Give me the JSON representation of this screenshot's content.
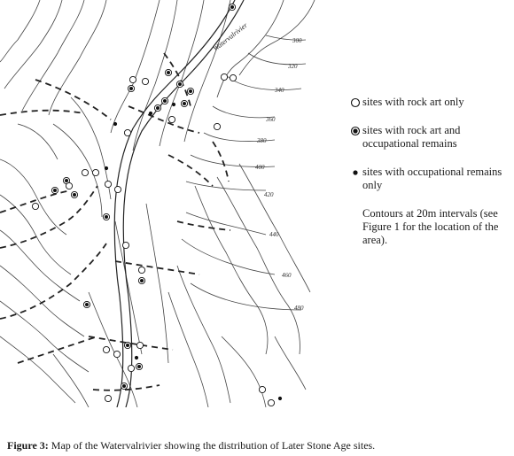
{
  "map": {
    "river_label": "Watervalrivier",
    "contours": [
      "300",
      "320",
      "340",
      "360",
      "380",
      "400",
      "420",
      "440",
      "460",
      "480"
    ]
  },
  "legend": {
    "items": [
      {
        "symbol": "open-circle",
        "label": "sites with rock art only"
      },
      {
        "symbol": "ringed-dot",
        "label": "sites with rock art and occupational remains"
      },
      {
        "symbol": "solid-dot",
        "label": "sites with occupational remains only"
      }
    ],
    "note": "Contours at 20m intervals (see Figure 1 for the location of the area)."
  },
  "caption": {
    "label": "Figure 3:",
    "text": "Map of the Watervalrivier showing the distribution of Later Stone Age sites."
  }
}
